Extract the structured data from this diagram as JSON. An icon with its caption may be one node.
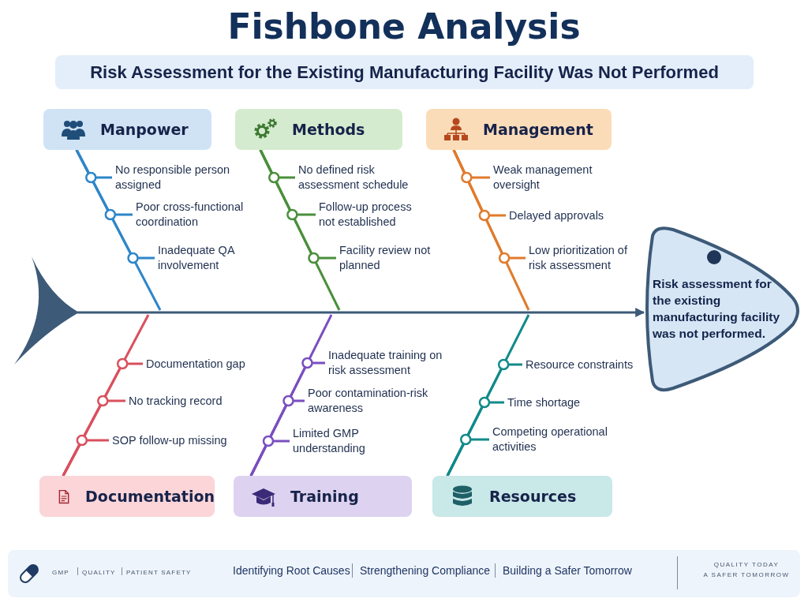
{
  "diagram": {
    "title": "Fishbone Analysis",
    "nodes": [
      {
        "text": [
          "Manpower"
        ]
      },
      {
        "text": [
          "Methods"
        ]
      },
      {
        "text": [
          "Management"
        ]
      },
      {
        "text": [
          "No responsible person assigned"
        ]
      },
      {
        "text": [
          "Poor cross-functional coordination"
        ]
      },
      {
        "text": [
          "Inadequate QA involvement"
        ]
      },
      {
        "text": [
          "No defined risk assessment schedule"
        ]
      },
      {
        "text": [
          "Follow-up process not established"
        ]
      },
      {
        "text": [
          "Facility review not planned"
        ]
      },
      {
        "text": [
          "Weak management oversight"
        ]
      },
      {
        "text": [
          "Delayed approvals"
        ]
      },
      {
        "text": [
          "Low prioritization of risk assessment"
        ]
      },
      {
        "text": [],
        "shape": "triangle"
      },
      {
        "text": [
          "Risk assessment for the existing manufacturing facility was not performed."
        ]
      },
      {
        "text": [
          "Documentation gap"
        ]
      },
      {
        "text": [
          "No tracking record"
        ]
      },
      {
        "text": [
          "SOP follow-up missing"
        ]
      },
      {
        "text": [
          "Inadequate training on risk assessment"
        ]
      },
      {
        "text": [
          "Poor contamination-risk awareness"
        ]
      },
      {
        "text": [
          "Limited GMP understanding"
        ]
      },
      {
        "text": [
          "Resource constraints"
        ]
      },
      {
        "text": [
          "Time shortage"
        ]
      },
      {
        "text": [
          "Competing operational activities"
        ]
      },
      {
        "text": [
          "Documentation"
        ]
      },
      {
        "text": [
          "Training"
        ]
      },
      {
        "text": [
          "Resources"
        ]
      }
    ],
    "edges": [
      {
        "from": 0,
        "to": null,
        "arrow": "none",
        "color": "#2e86c8"
      },
      {
        "from": 0,
        "to": 3,
        "arrow": "none",
        "color": "#2e86c8"
      },
      {
        "from": 0,
        "to": 4,
        "arrow": "none",
        "color": "#2e86c8"
      },
      {
        "from": 0,
        "to": 5,
        "arrow": "none",
        "color": "#2e86c8"
      },
      {
        "from": 1,
        "to": null,
        "arrow": "none",
        "color": "#4a8f3c"
      },
      {
        "from": 1,
        "to": 6,
        "arrow": "none",
        "color": "#4a8f3c"
      },
      {
        "from": 1,
        "to": 7,
        "arrow": "none",
        "color": "#4a8f3c"
      },
      {
        "from": 1,
        "to": 8,
        "arrow": "none",
        "color": "#4a8f3c"
      },
      {
        "from": 2,
        "to": null,
        "arrow": "none",
        "color": "#e07b2c"
      },
      {
        "from": 2,
        "to": 9,
        "arrow": "none",
        "color": "#e07b2c"
      },
      {
        "from": 2,
        "to": 10,
        "arrow": "none",
        "color": "#e07b2c"
      },
      {
        "from": 2,
        "to": 11,
        "arrow": "none",
        "color": "#e07b2c"
      },
      {
        "from": 12,
        "to": 13,
        "arrow": "to",
        "color": "#3d5a78"
      },
      {
        "from": 23,
        "to": null,
        "arrow": "none",
        "color": "#d9505e"
      },
      {
        "from": 23,
        "to": 14,
        "arrow": "none",
        "color": "#d9505e"
      },
      {
        "from": 23,
        "to": 15,
        "arrow": "none",
        "color": "#d9505e"
      },
      {
        "from": 23,
        "to": 16,
        "arrow": "none",
        "color": "#d9505e"
      },
      {
        "from": 24,
        "to": null,
        "arrow": "none",
        "color": "#7a4fc0"
      },
      {
        "from": 24,
        "to": 17,
        "arrow": "none",
        "color": "#7a4fc0"
      },
      {
        "from": 24,
        "to": 18,
        "arrow": "none",
        "color": "#7a4fc0"
      },
      {
        "from": 24,
        "to": 19,
        "arrow": "none",
        "color": "#7a4fc0"
      },
      {
        "from": 25,
        "to": null,
        "arrow": "none",
        "color": "#138a8a"
      },
      {
        "from": 25,
        "to": 20,
        "arrow": "none",
        "color": "#138a8a"
      },
      {
        "from": 25,
        "to": 21,
        "arrow": "none",
        "color": "#138a8a"
      },
      {
        "from": 25,
        "to": 22,
        "arrow": "none",
        "color": "#138a8a"
      }
    ],
    "labels": [
      "Risk Assessment for the Existing Manufacturing Facility Was Not Performed",
      "GMP",
      "QUALITY",
      "PATIENT SAFETY",
      "Identifying Root Causes",
      "Strengthening Compliance",
      "Building a Safer Tomorrow",
      "QUALITY TODAY",
      "A SAFER TOMORROW"
    ]
  }
}
